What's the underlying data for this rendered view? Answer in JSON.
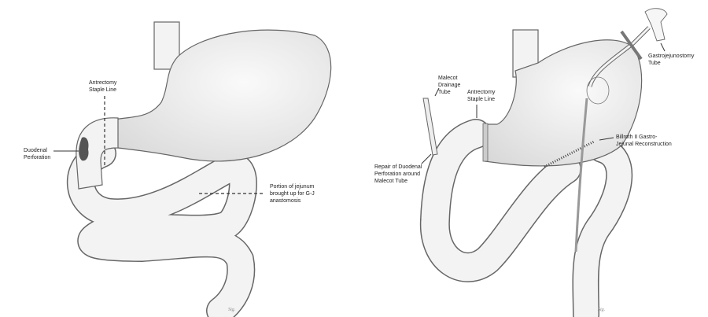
{
  "left_panel": {
    "labels": {
      "staple_line": "Antrectomy\nStaple Line",
      "perforation": "Duodenal\nPerforation",
      "jejunum": "Portion of jejunum\nbrought up for G-J\nanastomosis"
    }
  },
  "right_panel": {
    "labels": {
      "malecot": "Malecot\nDrainage\nTube",
      "staple_line": "Antrectomy\nStaple Line",
      "gj_tube": "Gastrojejunostomy\nTube",
      "billroth": "Billroth II Gastro-\nJejunal Reconstruction",
      "repair": "Repair of Duodenal\nPerforation around\nMalecot Tube"
    }
  },
  "colors": {
    "outline": "#555555",
    "tissue": "#f2f2f2",
    "perforation": "#555555"
  }
}
